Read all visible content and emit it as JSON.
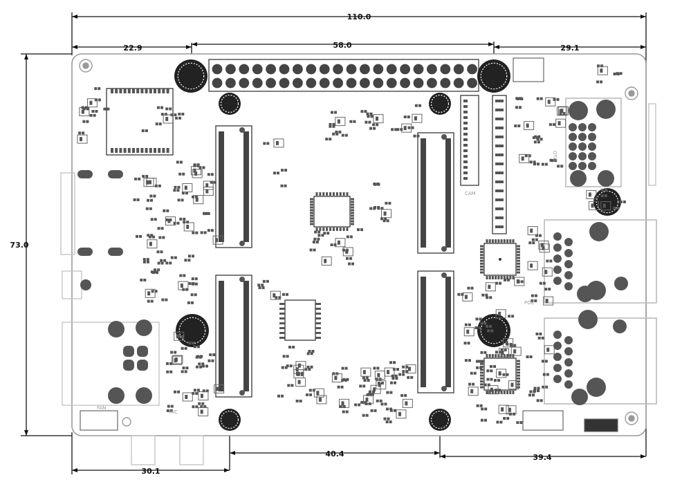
{
  "dimensions": {
    "overall_width": "110.0",
    "left_to_header": "22.9",
    "header_span": "58.0",
    "header_to_right": "29.1",
    "overall_height": "73.0",
    "left_to_hole": "30.1",
    "hole_span": "40.4",
    "hole_to_right": "39.4"
  },
  "labels": {
    "cam": "CAM",
    "otg": "OTG",
    "poe": "POE",
    "fan": "FAN",
    "mic": "MIC"
  },
  "colors": {
    "outline": "#b8b8b8",
    "component": "#444444",
    "dimension_line": "#111111",
    "board_fill": "#ffffff"
  }
}
